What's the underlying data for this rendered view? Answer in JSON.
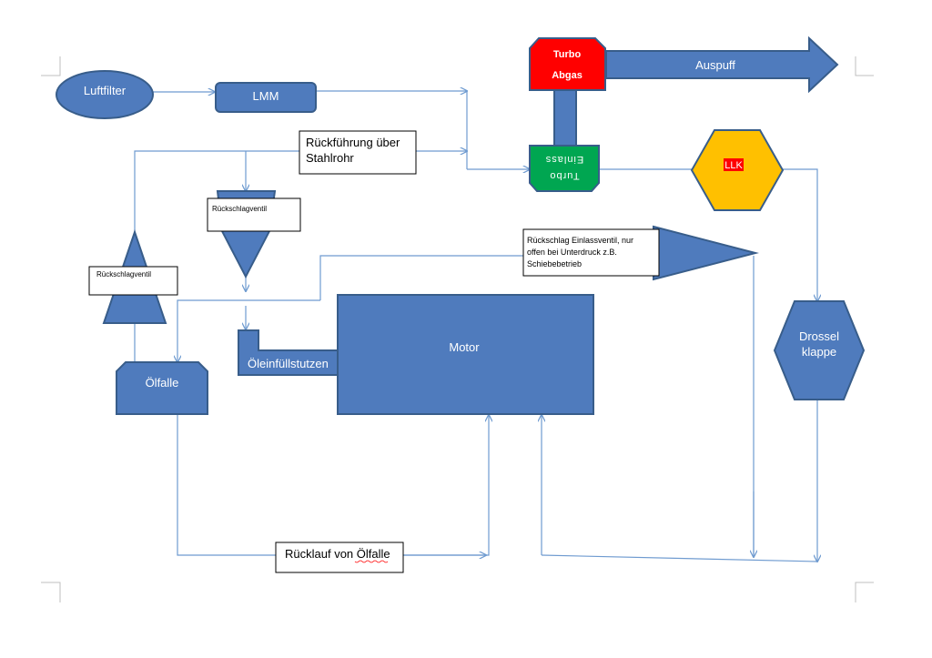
{
  "colors": {
    "shape_fill": "#4f7bbd",
    "shape_stroke": "#385d8a",
    "connector": "#6f9bd0",
    "turbo_abgas": "#ff0000",
    "turbo_einlass": "#00a651",
    "llk": "#ffc000",
    "text_box_border": "#000000"
  },
  "nodes": {
    "luftfilter": "Luftfilter",
    "lmm": "LMM",
    "turbo_abgas_line1": "Turbo",
    "turbo_abgas_line2": "Abgas",
    "auspuff": "Auspuff",
    "turbo_einlass_line1": "Turbo",
    "turbo_einlass_line2": "Einlass",
    "llk": "LLK",
    "rueckfuehrung_line1": "Rückführung über",
    "rueckfuehrung_line2": "Stahlrohr",
    "rueckschlagventil_center": "Rückschlagventil",
    "rueckschlagventil_left": "Rückschlagventil",
    "rueckschlag_einlass_line1": "Rückschlag Einlassventil, nur",
    "rueckschlag_einlass_line2": "offen bei Unterdruck z.B.",
    "rueckschlag_einlass_line3": "Schiebebetrieb",
    "drossel_line1": "Drossel",
    "drossel_line2": "klappe",
    "motor": "Motor",
    "oeleinfuellstutzen": "Öleinfüllstutzen",
    "oelfalle": "Ölfalle",
    "ruecklauf": "Rücklauf von Ölfalle"
  }
}
